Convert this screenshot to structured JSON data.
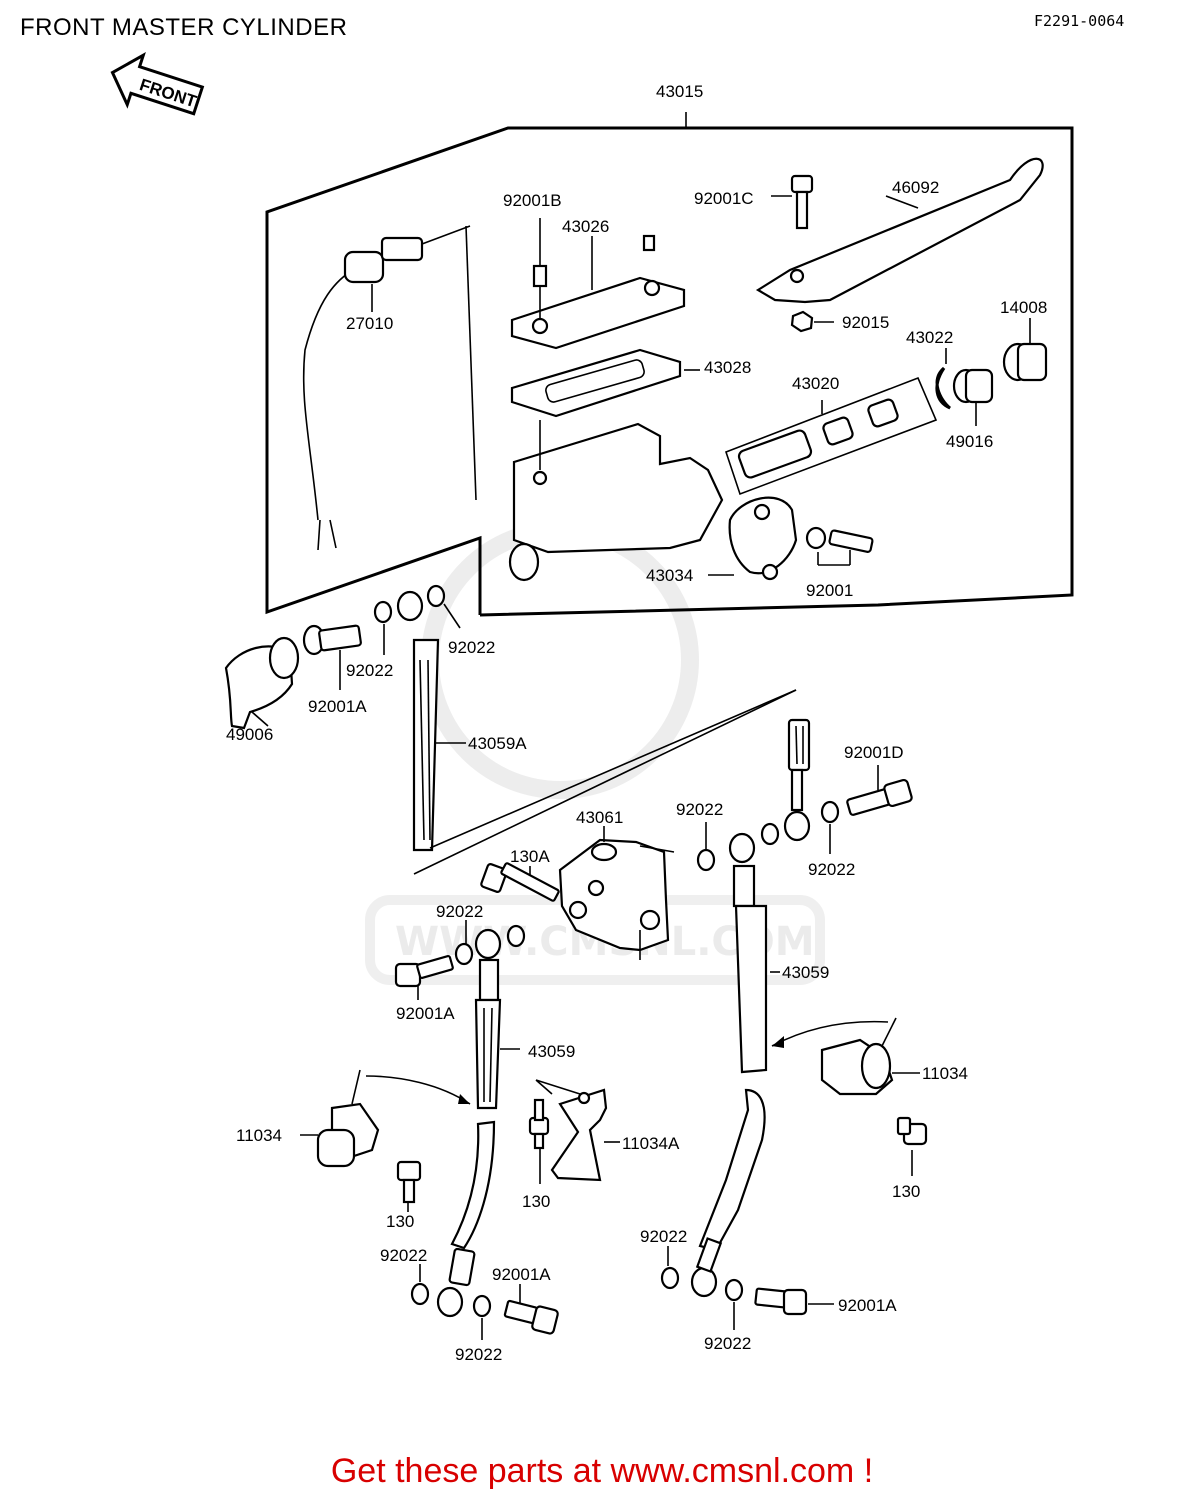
{
  "header": {
    "title": "FRONT MASTER CYLINDER",
    "figure_code": "F2291-0064"
  },
  "arrow_label": "FRONT",
  "watermark": "WWW.CMSNL.COM",
  "footer": {
    "promo": "Get these parts at www.cmsnl.com !"
  },
  "parts": {
    "p43015": "43015",
    "p92001B": "92001B",
    "p43026": "43026",
    "p92001C": "92001C",
    "p46092": "46092",
    "p27010": "27010",
    "p92015": "92015",
    "p43022": "43022",
    "p14008": "14008",
    "p43028": "43028",
    "p43020": "43020",
    "p49016": "49016",
    "p43034": "43034",
    "p92001": "92001",
    "p92022a": "92022",
    "p92022b": "92022",
    "p92001Aa": "92001A",
    "p49006": "49006",
    "p43059A": "43059A",
    "p92001D": "92001D",
    "p92022c": "92022",
    "p43061": "43061",
    "p130A": "130A",
    "p92022d": "92022",
    "p92022e": "92022",
    "p43059a": "43059",
    "p92001Ab": "92001A",
    "p43059b": "43059",
    "p11034a": "11034",
    "p11034b": "11034",
    "p11034A": "11034A",
    "p130a": "130",
    "p130b": "130",
    "p130c": "130",
    "p92022f": "92022",
    "p92001Ac": "92001A",
    "p92022g": "92022",
    "p92022h": "92022",
    "p92001Ad": "92001A",
    "p92022i": "92022"
  },
  "colors": {
    "promo": "#d80000",
    "watermark": "#ebebeb",
    "line": "#000000"
  }
}
